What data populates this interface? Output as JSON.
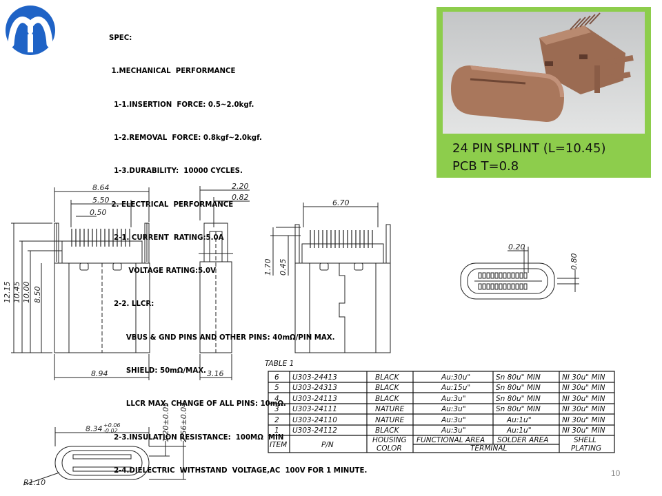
{
  "spec": {
    "lines": [
      "SPEC:",
      " 1.MECHANICAL  PERFORMANCE",
      "  1-1.INSERTION  FORCE: 0.5~2.0kgf.",
      "  1-2.REMOVAL  FORCE: 0.8kgf~2.0kgf.",
      "  1-3.DURABILITY:  10000 CYCLES.",
      " 2. ELECTRICAL  PERFORMANCE",
      "  2-1. CURRENT  RATING:5.0A",
      "        VOLTAGE RATING:5.0V",
      "  2-2. LLCR:",
      "       VBUS & GND PINS AND OTHER PINS: 40mΩ/PIN MAX.",
      "       SHIELD: 50mΩ/MAX.",
      "       LLCR MAX. CHANGE OF ALL PINS: 10mΩ.",
      "  2-3.INSULATION RESISTANCE:  100MΩ  MIN",
      "  2-4.DIELECTRIC  WITHSTAND  VOLTAGE,AC  100V FOR 1 MINUTE."
    ]
  },
  "caption": {
    "line1": "24 PIN SPLINT (L=10.45)",
    "line2": "PCB T=0.8"
  },
  "colors": {
    "logo_blue": "#1f63c6",
    "panel_green": "#8dcd4c",
    "connector_copper": "#a9775c"
  },
  "dimensions": {
    "front": {
      "width_total": "8.64",
      "pitch_span": "5.50",
      "pin_pitch": "0.50",
      "h1": "12.15",
      "h2": "10.45",
      "h3": "10.00",
      "h4": "8.50",
      "bottom_width": "8.94"
    },
    "side": {
      "d1": "2.20",
      "d2": "0.82",
      "thickness": "3.16"
    },
    "rear": {
      "span": "6.70",
      "h1": "1.70",
      "h2": "0.45"
    },
    "mouth": {
      "gap": "0.20",
      "height": "0.80"
    },
    "bottom": {
      "width": "8.34",
      "tol_up": "+0.06",
      "tol_down": "-0.02",
      "h1": "1.20±0.05",
      "h2": "2.56±0.04",
      "radius": "R1.10"
    }
  },
  "table": {
    "title": "TABLE  1",
    "rows": [
      {
        "item": "6",
        "pn": "U303-24413",
        "color": "BLACK",
        "functional": "Au:30u\"",
        "solder": "Sn  80u\"  MIN",
        "shell": "NI  30u\"  MIN"
      },
      {
        "item": "5",
        "pn": "U303-24313",
        "color": "BLACK",
        "functional": "Au:15u\"",
        "solder": "Sn  80u\"  MIN",
        "shell": "NI  30u\"  MIN"
      },
      {
        "item": "4",
        "pn": "U303-24113",
        "color": "BLACK",
        "functional": "Au:3u\"",
        "solder": "Sn  80u\"  MIN",
        "shell": "NI  30u\"  MIN"
      },
      {
        "item": "3",
        "pn": "U303-24111",
        "color": "NATURE",
        "functional": "Au:3u\"",
        "solder": "Sn  80u\"  MIN",
        "shell": "NI  30u\"  MIN"
      },
      {
        "item": "2",
        "pn": "U303-24110",
        "color": "NATURE",
        "functional": "Au:3u\"",
        "solder": "Au:1u\"",
        "shell": "NI  30u\"  MIN"
      },
      {
        "item": "1",
        "pn": "U303-24112",
        "color": "BLACK",
        "functional": "Au:3u\"",
        "solder": "Au:1u\"",
        "shell": "NI  30u\"  MIN"
      }
    ],
    "header": {
      "item": "ITEM",
      "pn": "P/N",
      "housing1": "HOUSING",
      "housing2": "COLOR",
      "functional": "FUNCTIONAL  AREA",
      "solder": "SOLDER  AREA",
      "terminal": "TERMINAL",
      "shell1": "SHELL",
      "shell2": "PLATING"
    }
  },
  "page_number": "10"
}
